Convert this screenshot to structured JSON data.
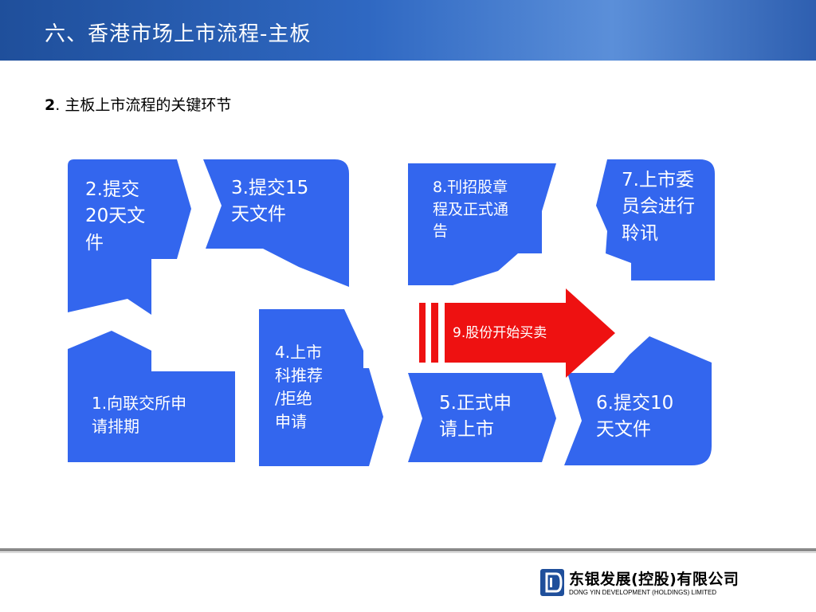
{
  "header": {
    "title": "六、香港市场上市流程-主板"
  },
  "section": {
    "number": "2",
    "title": ".  主板上市流程的关键环节"
  },
  "steps": {
    "s1": "1.向联交所申\n请排期",
    "s2": "2.提交\n20天文\n件",
    "s3": "3.提交15\n天文件",
    "s4": "4.上市\n科推荐\n/拒绝\n申请",
    "s5": "5.正式申\n请上市",
    "s6": "6.提交10\n天文件",
    "s7": "7.上市委\n员会进行\n聆讯",
    "s8": "8.刊招股章\n程及正式通\n告",
    "s9": "9.股份开始买卖"
  },
  "colors": {
    "box": "#3366ee",
    "arrow": "#ee1111",
    "header": "#2f68c2"
  },
  "footer": {
    "company_cn": "东银发展(控股)有限公司",
    "company_en": "DONG YIN DEVELOPMENT (HOLDINGS) LIMITED"
  }
}
